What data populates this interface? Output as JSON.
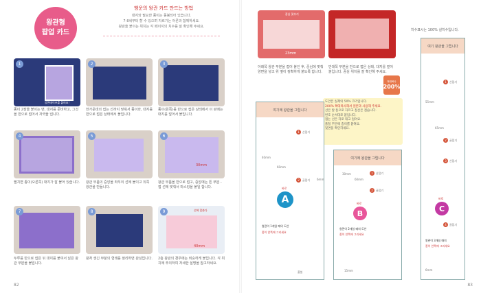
{
  "left": {
    "badge": {
      "line1": "왕관형",
      "line2": "팝업 카드"
    },
    "intro": {
      "title": "행운의 왕관 카드 만드는 방법",
      "lines": [
        "대지와 필요한 종이는 동봉되어 있습니다.",
        "7-8세부터 할 수 있으며 자르기는 어른과 함께하세요.",
        "왕관을 붙이는 위치는 각 페이지의 치수를 잘 확인해 주세요."
      ]
    },
    "steps": [
      {
        "n": "1",
        "caption": "종이 2장을 붙이는 면, 대지를 준비하고, 그것을 반으로 접어서 자국을 냅니다.",
        "sub": "양면테이프를 붙여요!"
      },
      {
        "n": "2",
        "caption": "한가운데의 접는 선까지 맞춰서 종이와, 대지를 반으로 접은 상태에서 붙입니다."
      },
      {
        "n": "3",
        "caption": "종이(왼쪽)를 반으로 접은 상태에서 이 판에는 대지를 덮어서 붙입니다."
      },
      {
        "n": "4",
        "caption": "펼치면 종이(오른쪽) 대지가 잘 붙어 있습니다."
      },
      {
        "n": "5",
        "caption": "왕관 부품의 중앙을 좌우의 선에 붙이고 뒤쪽 왕관을 만듭니다."
      },
      {
        "n": "6",
        "caption": "왕관 부품을 반으로 접고, 중앙에는 튼 부분 - 접 선에 맞춰서 마스킹을 붙일 합니다.",
        "dim": "30mm"
      },
      {
        "n": "7",
        "caption": "두루를 반으로 접은 뒤 대지를 붙여서 남은 왕관 부분을 붙입니다."
      },
      {
        "n": "8",
        "caption": "왕처 생긴 부분의 형태를 정리하면 완성입니다."
      },
      {
        "n": "9",
        "caption": "2층 왕관의 경우에는 비슷하게 붙입니다. 각 위치에 주의하여 자세한 설명을 참고하세요.",
        "dim": "40mm",
        "tag": "선에 맞춘다"
      }
    ],
    "page_number": "82"
  },
  "right": {
    "top_photos": [
      {
        "label": "중심 맞추기",
        "dim": "23mm"
      },
      {
        "label": ""
      }
    ],
    "captions": [
      "아래쪽 왕관 부분을 접어 붙인 후, 중심에 맞춰 양면을 넣고 위 옆이 정확하게 붙도록 합니다.",
      "반대쪽 부분을 반으로 접은 상태, 대지를 덮어 붙입니다. 중심 위치를 잘 확인해 주세요."
    ],
    "scale_note": "치수표시는 100% 실치수입니다.",
    "percent_badge": {
      "label": "확대복사",
      "value": "200%"
    },
    "note_lines": [
      "도안은 실제의 50% 크기입니다.",
      "200% 확대복사해서 원본과 사용해 주세요.",
      "선은 칼 등으로 자르고 점선은 접습니다.",
      "번호 순서대로 붙입니다.",
      "접는 선은 자로 대고 접어요.",
      "풀칠 부분에 종이를 붙여요.",
      "뒷면을 확인하세요."
    ],
    "templates": [
      {
        "id": "A",
        "band": "여기에 왕관을 그립니다",
        "label_a": "바로",
        "footer": "왕관이 1개일 때의 도안",
        "footer2": "종이 안쪽에 그리세요",
        "dims": [
          "40mm",
          "60mm",
          "6mm"
        ],
        "color": "#1e94c8"
      },
      {
        "id": "B",
        "band": "여기에 왕관을 그립니다",
        "label_a": "바로",
        "footer": "왕관이 2개일 때의 도안",
        "footer2": "종이 안쪽에 그리세요",
        "dims": [
          "30mm",
          "60mm",
          "15mm"
        ],
        "color": "#e8569a"
      },
      {
        "id": "C",
        "band": "여기 왕관을 그립니다",
        "label_a": "바로",
        "footer": "왕관이 3개일 때의",
        "footer2": "종이 안쪽에 그리세요",
        "dims": [
          "55mm",
          "65mm",
          "6mm"
        ],
        "color": "#c33aa3"
      }
    ],
    "labels": {
      "pos1": "산접기",
      "pos2": "골접기",
      "pos3": "산접기",
      "pos4": "골접기",
      "mark": "풀칠"
    },
    "page_number": "83"
  },
  "colors": {
    "badge": "#e85c8a",
    "step_num": "#7a9bd6",
    "templateA": "#1e94c8",
    "templateB": "#e8569a",
    "templateC": "#c33aa3",
    "band": "#f6d8c5"
  }
}
